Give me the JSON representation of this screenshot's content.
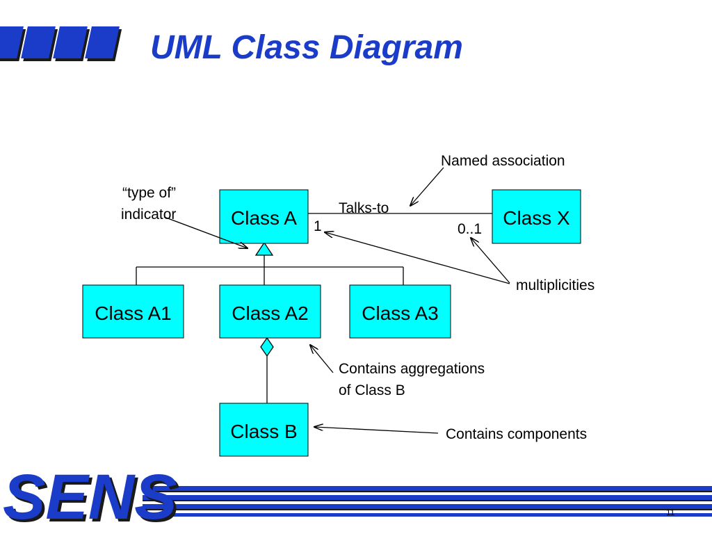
{
  "slide": {
    "title": "UML Class Diagram",
    "logo": "SENS",
    "page_number": "11"
  },
  "colors": {
    "title_blue": "#1a3cc8",
    "class_fill": "#00ffff",
    "line": "#000000",
    "arrow": "#000000"
  },
  "classes": {
    "class_a": "Class A",
    "class_x": "Class X",
    "class_a1": "Class A1",
    "class_a2": "Class A2",
    "class_a3": "Class A3",
    "class_b": "Class B"
  },
  "association": {
    "name": "Talks-to",
    "multiplicity_a": "1",
    "multiplicity_x": "0..1"
  },
  "annotations": {
    "named_association": "Named association",
    "type_of_line1": "“type of”",
    "type_of_line2": "indicator",
    "multiplicities": "multiplicities",
    "aggregation_line1": "Contains aggregations",
    "aggregation_line2": "of Class B",
    "components": "Contains components"
  }
}
